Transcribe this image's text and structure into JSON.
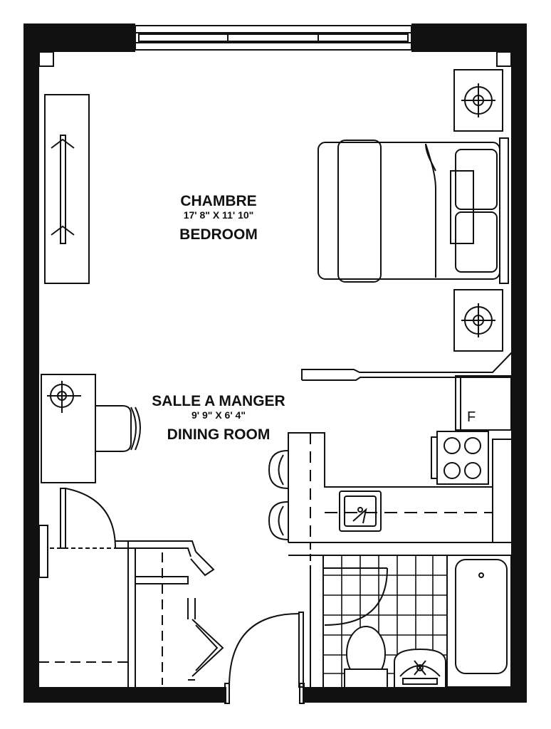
{
  "rooms": {
    "bedroom": {
      "name_fr": "CHAMBRE",
      "dimensions": "17' 8\" X 11' 10\"",
      "name_en": "BEDROOM"
    },
    "dining": {
      "name_fr": "SALLE A MANGER",
      "dimensions": "9' 9\" X 6' 4\"",
      "name_en": "DINING ROOM"
    }
  },
  "fridge_label": "F"
}
